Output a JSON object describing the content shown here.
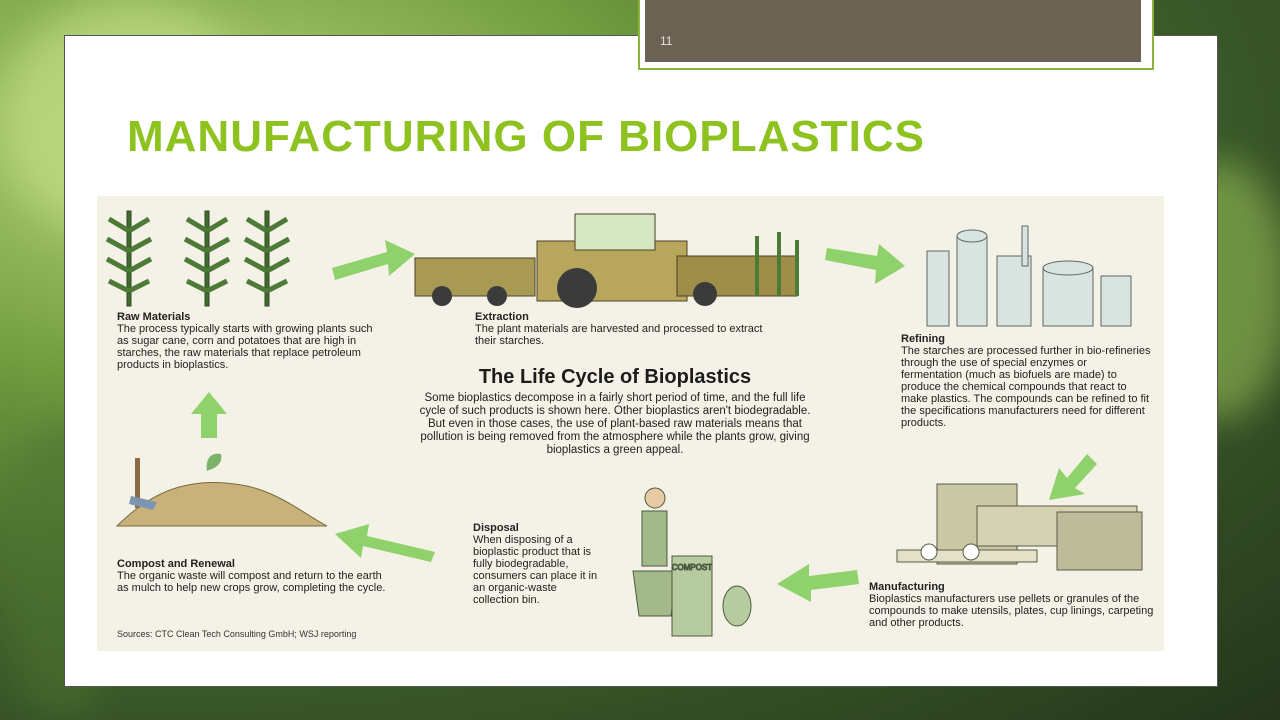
{
  "slide": {
    "number": "11",
    "title": "MANUFACTURING OF BIOPLASTICS"
  },
  "infographic": {
    "title": "The Life Cycle of Bioplastics",
    "intro": "Some bioplastics decompose in a fairly short period of time, and the full life cycle of such products is shown here. Other bioplastics aren't biodegradable. But even in those cases, the use of plant-based raw materials means that pollution is being removed from the atmosphere while the plants grow, giving bioplastics a green appeal.",
    "stages": [
      {
        "name": "Raw Materials",
        "text": "The process typically starts with growing plants such as sugar cane, corn and potatoes that are high in starches, the raw materials that replace petroleum products in bioplastics."
      },
      {
        "name": "Extraction",
        "text": "The plant materials are harvested and processed to extract their starches."
      },
      {
        "name": "Refining",
        "text": "The starches are processed further in bio-refineries through the use of special enzymes or fermentation (much as biofuels are made) to produce the chemical compounds that react to make plastics. The compounds can be refined to fit the specifications manufacturers need for different products."
      },
      {
        "name": "Manufacturing",
        "text": "Bioplastics manufacturers use pellets or granules of the compounds to make utensils, plates, cup linings, carpeting and other products."
      },
      {
        "name": "Disposal",
        "text": "When disposing of a bioplastic product that is fully biodegradable, consumers can place it in an organic-waste collection bin."
      },
      {
        "name": "Compost and Renewal",
        "text": "The organic waste will compost and return to the earth as mulch to help new crops grow, completing the cycle."
      }
    ],
    "bin_label": "COMPOST",
    "sources": "Sources: CTC Clean Tech Consulting GmbH; WSJ reporting"
  },
  "icons": [
    "corn-plants-icon",
    "harvester-icon",
    "refinery-icon",
    "manufacturing-machine-icon",
    "compost-bin-icon",
    "compost-pile-icon"
  ],
  "colors": {
    "title": "#8dc21f",
    "number_box": "#6c6254",
    "frame": "#8db43a",
    "arrow": "#8fd16a"
  }
}
